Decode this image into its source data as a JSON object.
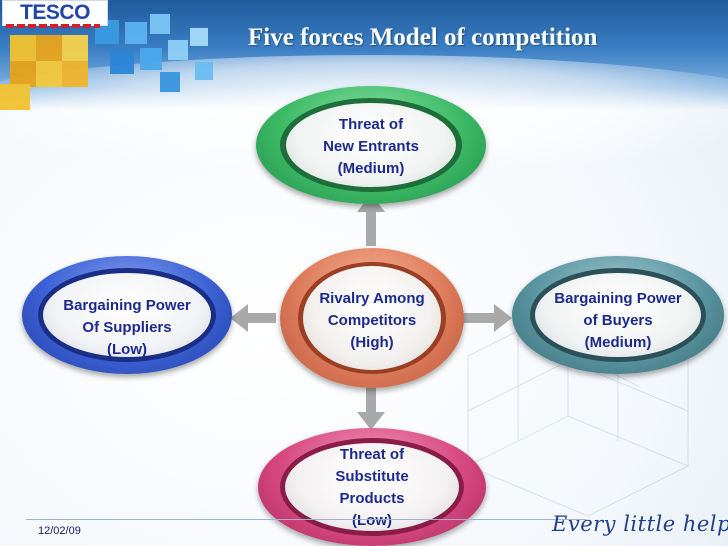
{
  "header": {
    "logo_text": "TESCO",
    "title": "Five forces Model of competition"
  },
  "diagram": {
    "top": {
      "line1": "Threat of",
      "line2": "New Entrants",
      "line3": "(Medium)"
    },
    "center": {
      "line1": "Rivalry Among",
      "line2": "Competitors",
      "line3": "(High)"
    },
    "left": {
      "line1": "Bargaining Power",
      "line2": "Of Suppliers",
      "line3": "(Low)"
    },
    "right": {
      "line1": "Bargaining Power",
      "line2": "of Buyers",
      "line3": "(Medium)"
    },
    "bottom": {
      "line1": "Threat of",
      "line2": "Substitute",
      "line3": "Products",
      "line4": "(Low)"
    }
  },
  "footer": {
    "date": "12/02/09",
    "slogan": "Every little helps"
  },
  "colors": {
    "green": "#2fae5c",
    "salmon": "#d9775a",
    "blue": "#2f55c9",
    "slate": "#4e8a96",
    "pink": "#d8457e",
    "label": "#1c2a8c",
    "arrow": "#a9a9a9"
  }
}
